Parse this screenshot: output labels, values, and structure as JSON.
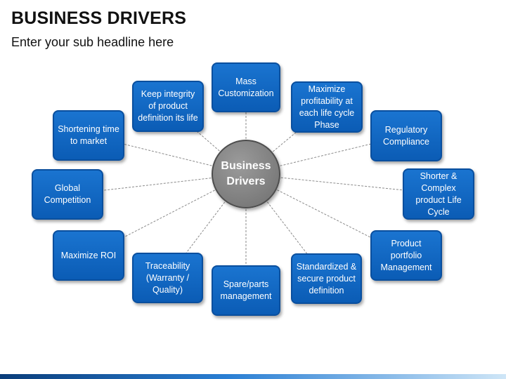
{
  "header": {
    "title": "BUSINESS DRIVERS",
    "subtitle": "Enter your sub headline here"
  },
  "hub": {
    "label": "Business Drivers"
  },
  "nodes": [
    {
      "label": "Mass Customization"
    },
    {
      "label": "Maximize profitability at each life cycle Phase"
    },
    {
      "label": "Regulatory Compliance"
    },
    {
      "label": "Shorter & Complex product Life Cycle"
    },
    {
      "label": "Product portfolio Management"
    },
    {
      "label": "Standardized & secure product definition"
    },
    {
      "label": "Spare/parts management"
    },
    {
      "label": "Traceability (Warranty / Quality)"
    },
    {
      "label": "Maximize ROI"
    },
    {
      "label": "Global Competition"
    },
    {
      "label": "Shortening time to market"
    },
    {
      "label": "Keep integrity of product definition its life"
    }
  ],
  "colors": {
    "node_fill": "#0b5cb5",
    "hub_fill": "#7f7f7f",
    "connector": "#8a8a8a"
  }
}
